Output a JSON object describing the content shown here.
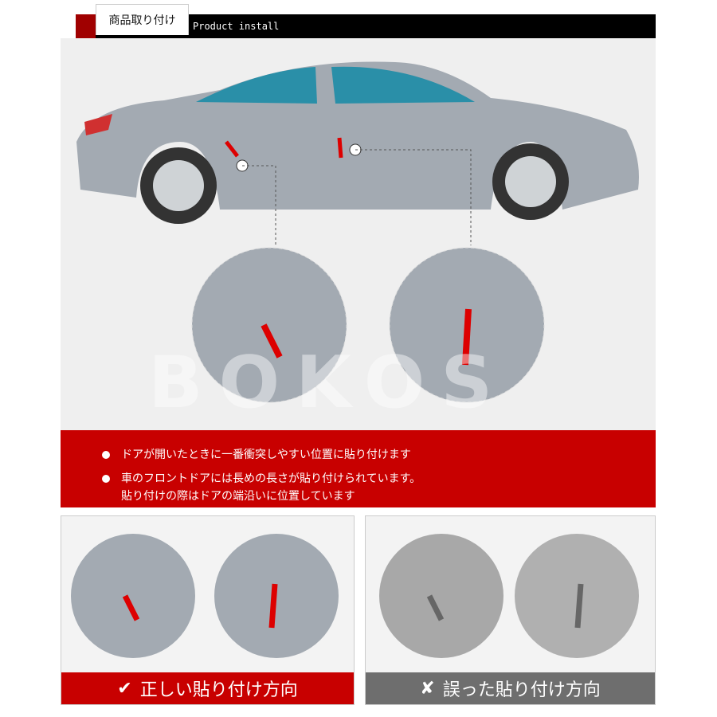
{
  "header": {
    "tab_label": "商品取り付け",
    "subtitle": "Product install"
  },
  "watermark": "BOKOS",
  "info": {
    "bullets": [
      "ドアが開いたときに一番衝突しやすい位置に貼り付けます",
      "車のフロントドアには長めの長さが貼り付けられています。"
    ],
    "continuation": "貼り付けの際はドアの端沿いに位置しています"
  },
  "panels": {
    "correct": {
      "label": "正しい貼り付け方向",
      "icon": "check-icon",
      "color": "#c80000"
    },
    "wrong": {
      "label": "誤った貼り付け方向",
      "icon": "x-icon",
      "color": "#6e6e6e"
    }
  },
  "colors": {
    "accent": "#c80000",
    "car_body": "#a3aab2",
    "glass": "#2a8fa8"
  }
}
